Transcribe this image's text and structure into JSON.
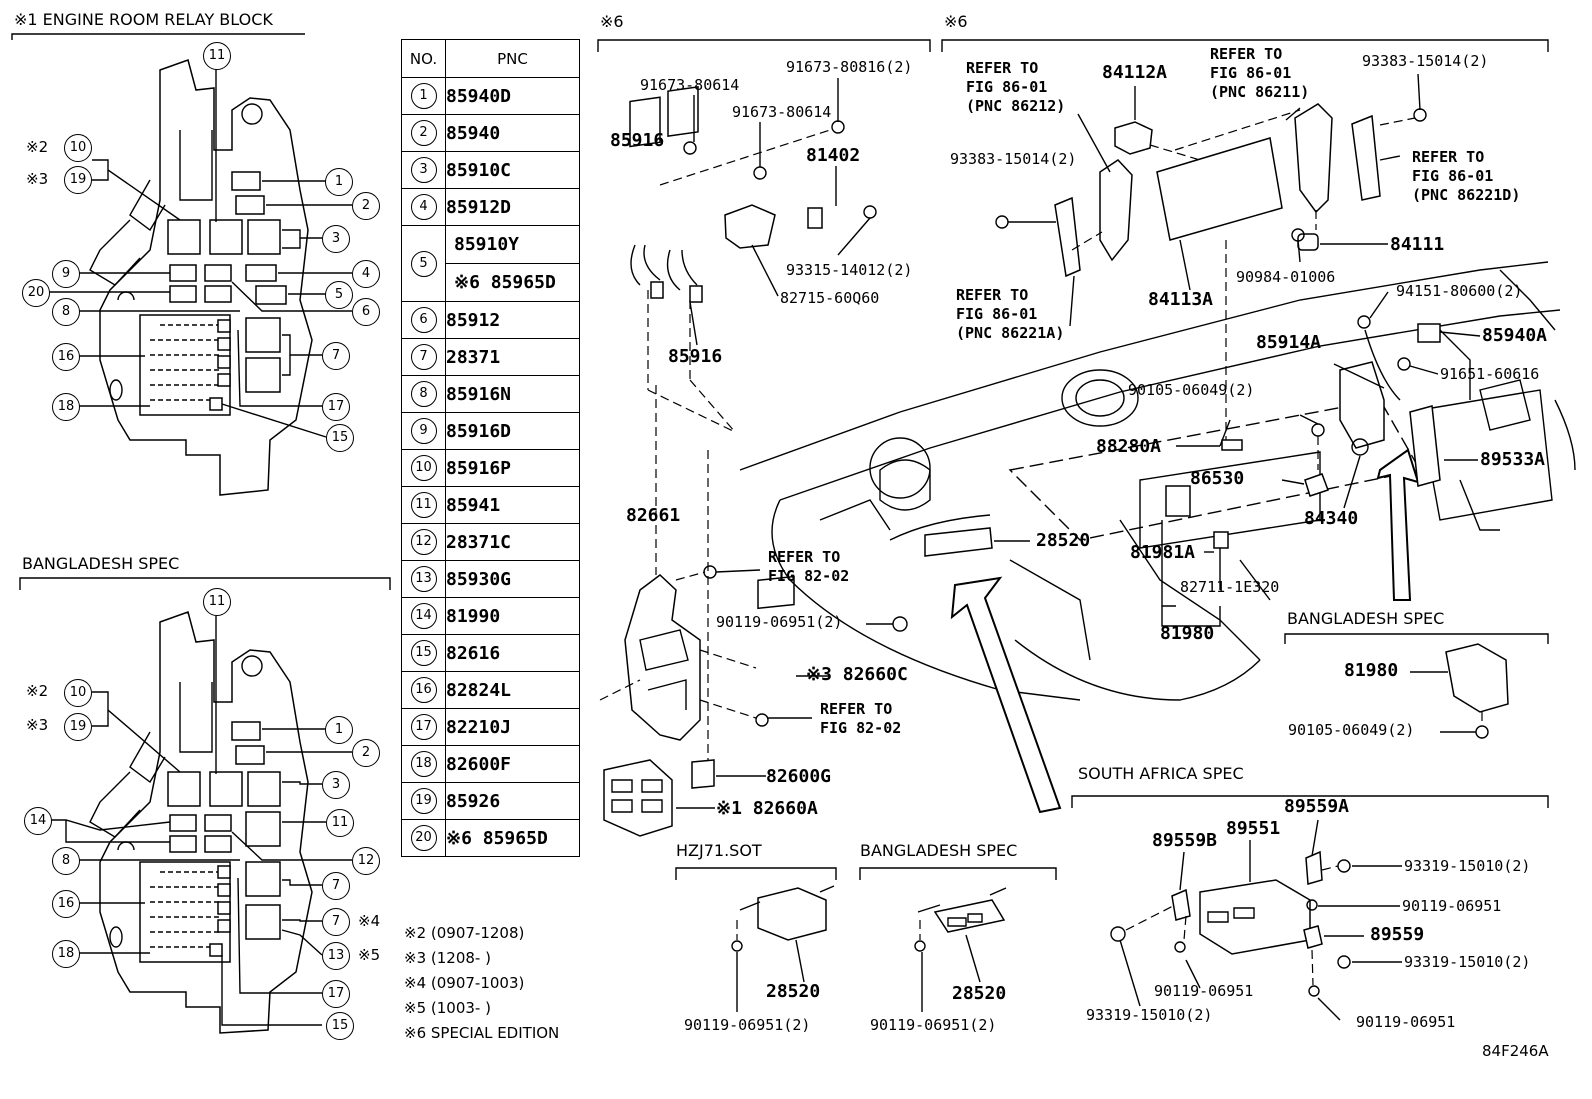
{
  "sections": {
    "relay_block": "※1 ENGINE ROOM RELAY BLOCK",
    "bangladesh_left": "BANGLADESH SPEC",
    "special6_a": "※6",
    "special6_b": "※6",
    "bangladesh_right": "BANGLADESH SPEC",
    "south_africa": "SOUTH AFRICA SPEC",
    "hzj71": "HZJ71.SOT",
    "bangladesh_bottom": "BANGLADESH SPEC"
  },
  "table": {
    "col_no": "NO.",
    "col_pnc": "PNC",
    "rows": [
      {
        "no": "1",
        "pnc": [
          "85940D"
        ]
      },
      {
        "no": "2",
        "pnc": [
          "85940"
        ]
      },
      {
        "no": "3",
        "pnc": [
          "85910C"
        ]
      },
      {
        "no": "4",
        "pnc": [
          "85912D"
        ]
      },
      {
        "no": "5",
        "pnc": [
          "85910Y",
          "※6 85965D"
        ]
      },
      {
        "no": "6",
        "pnc": [
          "85912"
        ]
      },
      {
        "no": "7",
        "pnc": [
          "28371"
        ]
      },
      {
        "no": "8",
        "pnc": [
          "85916N"
        ]
      },
      {
        "no": "9",
        "pnc": [
          "85916D"
        ]
      },
      {
        "no": "10",
        "pnc": [
          "85916P"
        ]
      },
      {
        "no": "11",
        "pnc": [
          "85941"
        ]
      },
      {
        "no": "12",
        "pnc": [
          "28371C"
        ]
      },
      {
        "no": "13",
        "pnc": [
          "85930G"
        ]
      },
      {
        "no": "14",
        "pnc": [
          "81990"
        ]
      },
      {
        "no": "15",
        "pnc": [
          "82616"
        ]
      },
      {
        "no": "16",
        "pnc": [
          "82824L"
        ]
      },
      {
        "no": "17",
        "pnc": [
          "82210J"
        ]
      },
      {
        "no": "18",
        "pnc": [
          "82600F"
        ]
      },
      {
        "no": "19",
        "pnc": [
          "85926"
        ]
      },
      {
        "no": "20",
        "pnc": [
          "※6 85965D"
        ]
      }
    ]
  },
  "notes": {
    "n2": "※2 (0907-1208)",
    "n3": "※3 (1208-      )",
    "n4": "※4 (0907-1003)",
    "n5": "※5 (1003-      )",
    "n6": "※6 SPECIAL EDITION"
  },
  "relay_callouts_top": {
    "c11": "11",
    "c10": "10",
    "c19": "19",
    "c1": "1",
    "c2": "2",
    "c3": "3",
    "c9": "9",
    "c4": "4",
    "c20": "20",
    "c5": "5",
    "c8": "8",
    "c6": "6",
    "c16": "16",
    "c7": "7",
    "c18": "18",
    "c17": "17",
    "c15": "15",
    "mark2": "※2",
    "mark3": "※3"
  },
  "relay_callouts_bottom": {
    "c11": "11",
    "c10": "10",
    "c19": "19",
    "c1": "1",
    "c2": "2",
    "c3": "3",
    "c14": "14",
    "c11b": "11",
    "c8": "8",
    "c12": "12",
    "c16": "16",
    "c7": "7",
    "c7b": "7",
    "c13": "13",
    "c18": "18",
    "c17": "17",
    "c15": "15",
    "mark2": "※2",
    "mark3": "※3",
    "mark4": "※4",
    "mark5": "※5"
  },
  "parts": {
    "p91673_80614a": "91673-80614",
    "p91673_80816": "91673-80816(2)",
    "p91673_80614b": "91673-80614",
    "p85916a": "85916",
    "p81402": "81402",
    "p93315": "93315-14012(2)",
    "p82715": "82715-60Q60",
    "p85916b": "85916",
    "p84112A": "84112A",
    "p93383a": "93383-15014(2)",
    "p93383b": "93383-15014(2)",
    "p84111": "84111",
    "p90984": "90984-01006",
    "p84113A": "84113A",
    "p94151": "94151-80600(2)",
    "p85940A": "85940A",
    "p85914A": "85914A",
    "p91651": "91651-60616",
    "p90105a": "90105-06049(2)",
    "p88280A": "88280A",
    "p86530": "86530",
    "p89533A": "89533A",
    "p84340": "84340",
    "p28520a": "28520",
    "p81981A": "81981A",
    "p82711": "82711-1E320",
    "p81980a": "81980",
    "p82661": "82661",
    "p90119a": "90119-06951(2)",
    "p82660C": "※3 82660C",
    "p82600G": "82600G",
    "p82660A": "※1 82660A",
    "p81980b": "81980",
    "p90105b": "90105-06049(2)",
    "p89559A": "89559A",
    "p89559B": "89559B",
    "p89551": "89551",
    "p93319a": "93319-15010(2)",
    "p90119b": "90119-06951",
    "p89559": "89559",
    "p93319b": "93319-15010(2)",
    "p90119c": "90119-06951",
    "p93319c": "93319-15010(2)",
    "p90119d": "90119-06951",
    "p28520b": "28520",
    "p90119e": "90119-06951(2)",
    "p28520c": "28520",
    "p90119f": "90119-06951(2)"
  },
  "refs": {
    "r86212": "REFER TO\nFIG 86-01\n(PNC 86212)",
    "r86211": "REFER TO\nFIG 86-01\n(PNC 86211)",
    "r86221D": "REFER TO\nFIG 86-01\n(PNC 86221D)",
    "r86221A": "REFER TO\nFIG 86-01\n(PNC 86221A)",
    "r8202a": "REFER TO\nFIG 82-02",
    "r8202b": "REFER TO\nFIG 82-02"
  },
  "figure_id": "84F246A"
}
